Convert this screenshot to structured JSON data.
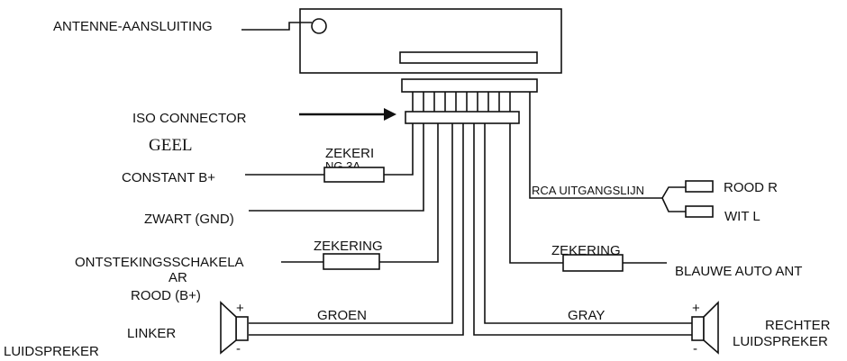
{
  "labels": {
    "antenna": "ANTENNE-AANSLUITING",
    "iso_connector": "ISO CONNECTOR",
    "geel": "GEEL",
    "zekering_1a": "ZEKERI",
    "zekering_1b": "NG 3A",
    "constant": "CONSTANT B+",
    "zwart": "ZWART (GND)",
    "zekering_2": "ZEKERING",
    "ontsteking_a": "ONTSTEKINGSSCHAKELA",
    "ontsteking_b": "AR",
    "rood_b": "ROOD (B+)",
    "groen": "GROEN",
    "linker": "LINKER",
    "luidspreker_left": "LUIDSPREKER",
    "rca": "RCA UITGANGSLIJN",
    "rood_r": "ROOD R",
    "wit_l": "WIT L",
    "zekering_3": "ZEKERING",
    "blauwe": "BLAUWE AUTO ANT",
    "gray": "GRAY",
    "rechter": "RECHTER",
    "luidspreker_right": "LUIDSPREKER",
    "plus": "+",
    "minus": "-"
  },
  "icons": {
    "arrow": "arrow-right-icon",
    "speaker": "speaker-icon",
    "antenna_jack": "antenna-jack-icon"
  },
  "colors": {
    "line": "#111111",
    "background": "#ffffff"
  }
}
